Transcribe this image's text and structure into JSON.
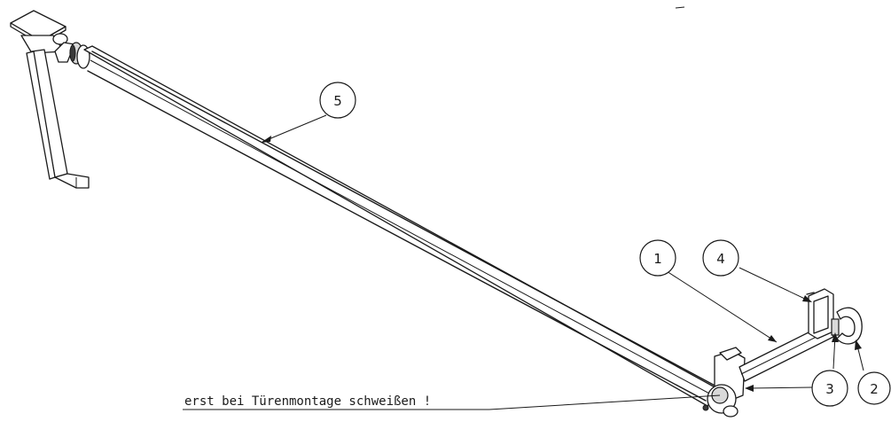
{
  "balloons": {
    "b1": "1",
    "b2": "2",
    "b3": "3",
    "b4": "4",
    "b5": "5"
  },
  "note": "erst bei Türenmontage schweißen !"
}
